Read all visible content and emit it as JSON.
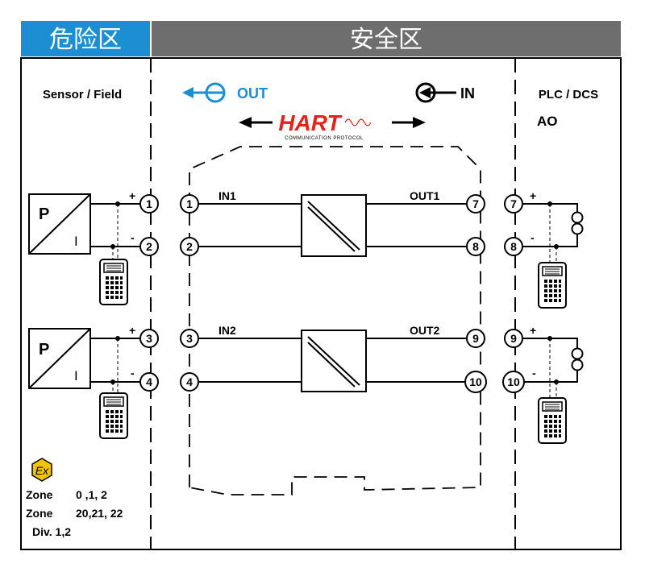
{
  "header": {
    "hazardous_area_label": "危险区",
    "safe_area_label": "安全区",
    "hazardous_bg": "#1b8fd2",
    "safe_bg": "#6e6e6e"
  },
  "columns": {
    "field_title": "Sensor / Field",
    "control_title": "PLC / DCS",
    "control_subtitle": "AO"
  },
  "signal_flow": {
    "out_label": "OUT",
    "in_label": "IN",
    "out_color": "#1b8fd2"
  },
  "hart_logo": {
    "word": "HART",
    "tagline": "COMMUNICATION PROTOCOL",
    "color": "#e2231a"
  },
  "channels": [
    {
      "in_label": "IN1",
      "out_label": "OUT1",
      "sensor_letter": "P",
      "sensor_sub": "I",
      "field_terminals": [
        "1",
        "2"
      ],
      "input_terminals": [
        "1",
        "2"
      ],
      "output_terminals": [
        "7",
        "8"
      ],
      "plc_terminals": [
        "7",
        "8"
      ],
      "plus": "+",
      "minus": "-"
    },
    {
      "in_label": "IN2",
      "out_label": "OUT2",
      "sensor_letter": "P",
      "sensor_sub": "I",
      "field_terminals": [
        "3",
        "4"
      ],
      "input_terminals": [
        "3",
        "4"
      ],
      "output_terminals": [
        "9",
        "10"
      ],
      "plc_terminals": [
        "9",
        "10"
      ],
      "plus": "+",
      "minus": "-"
    }
  ],
  "ex_marking": {
    "symbol": "Ex",
    "symbol_color": "#f2c200",
    "lines": [
      {
        "label": "Zone",
        "value": "0 ,1, 2"
      },
      {
        "label": "Zone",
        "value": "20,21, 22"
      }
    ],
    "division": "Div. 1,2"
  }
}
